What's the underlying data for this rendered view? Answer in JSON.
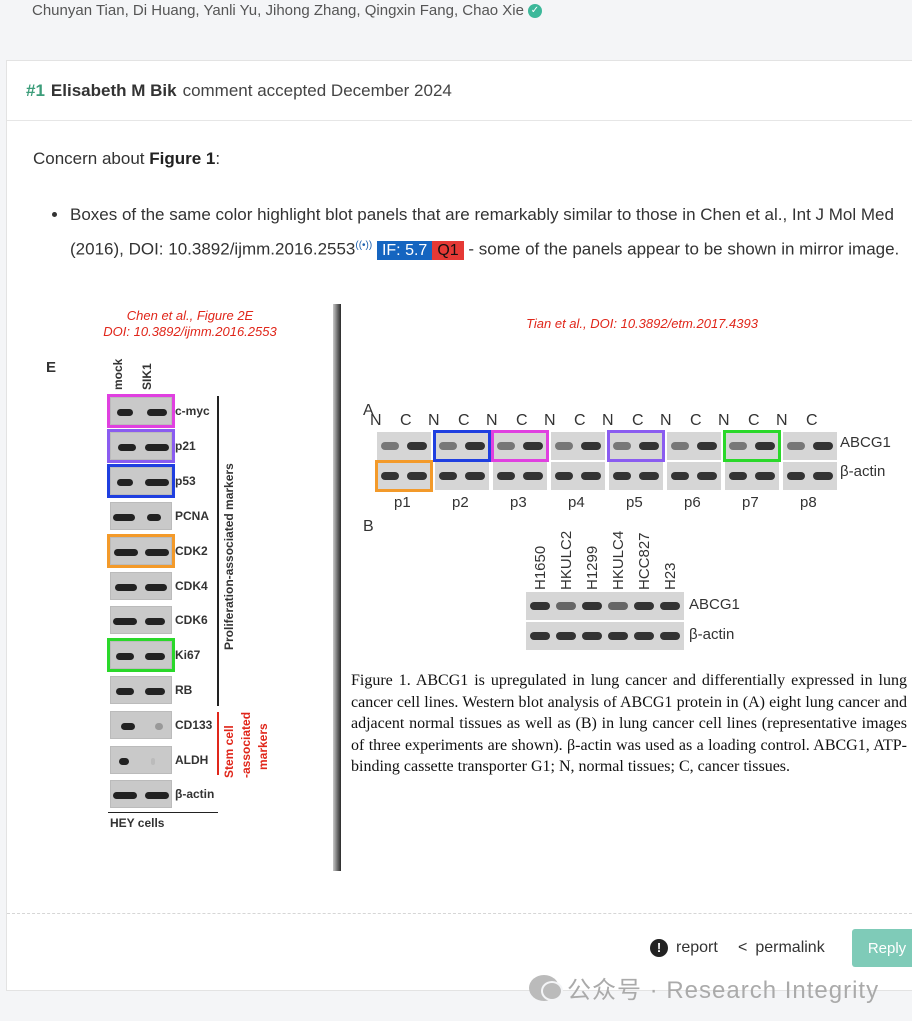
{
  "paper": {
    "authors": "Chunyan Tian, Di Huang, Yanli Yu, Jihong Zhang, Qingxin Fang, Chao Xie"
  },
  "comment": {
    "number": "#1",
    "author": "Elisabeth M Bik",
    "status": "comment accepted December 2024",
    "concern_prefix": "Concern about ",
    "concern_figure": "Figure 1",
    "concern_suffix": ":",
    "bullet_text_1": "Boxes of the same color highlight blot panels that are remarkably similar to those in Chen et al., Int J Mol Med (2016), DOI: 10.3892/ijmm.2016.2553",
    "impact_factor": "IF: 5.7",
    "quartile": "Q1",
    "bullet_text_2": "- some of the panels appear to be shown in mirror image."
  },
  "figure": {
    "left_ref_line1": "Chen et al., Figure 2E",
    "left_ref_line2": "DOI: 10.3892/ijmm.2016.2553",
    "right_ref": "Tian et al., DOI: 10.3892/etm.2017.4393",
    "panel_E": "E",
    "lane_mock": "mock",
    "lane_sik1": "SIK1",
    "markers": [
      "c-myc",
      "p21",
      "p53",
      "PCNA",
      "CDK2",
      "CDK4",
      "CDK6",
      "Ki67",
      "RB",
      "CD133",
      "ALDH",
      "β-actin"
    ],
    "prolif_label": "Proliferation-associated markers",
    "stem_label_1": "Stem cell",
    "stem_label_2": "-associated",
    "stem_label_3": "markers",
    "hey_cells": "HEY cells",
    "panel_A": "A",
    "panel_B": "B",
    "nc_labels": [
      "N",
      "C",
      "N",
      "C",
      "N",
      "C",
      "N",
      "C",
      "N",
      "C",
      "N",
      "C",
      "N",
      "C",
      "N",
      "C"
    ],
    "patient_labels": [
      "p1",
      "p2",
      "p3",
      "p4",
      "p5",
      "p6",
      "p7",
      "p8"
    ],
    "abcg1": "ABCG1",
    "beta_actin": "β-actin",
    "cell_lines": [
      "H1650",
      "HKULC2",
      "H1299",
      "HKULC4",
      "HCC827",
      "H23"
    ],
    "caption": "Figure 1. ABCG1 is upregulated in lung cancer and differentially expressed in lung cancer cell lines. Western blot analysis of ABCG1 protein in (A) eight lung cancer and adjacent normal tissues as well as (B) in lung cancer cell lines (representative images of three experiments are shown). β-actin was used as a loading control. ABCG1, ATP-binding cassette transporter G1; N, normal tissues; C, cancer tissues."
  },
  "actions": {
    "report": "report",
    "permalink": "permalink",
    "reply": "Reply"
  },
  "watermark": "公众号 · Research Integrity",
  "colors": {
    "accent": "#3c9d7a",
    "if_badge": "#1565c0",
    "q_badge": "#e53935",
    "reply": "#7fcbb8"
  }
}
